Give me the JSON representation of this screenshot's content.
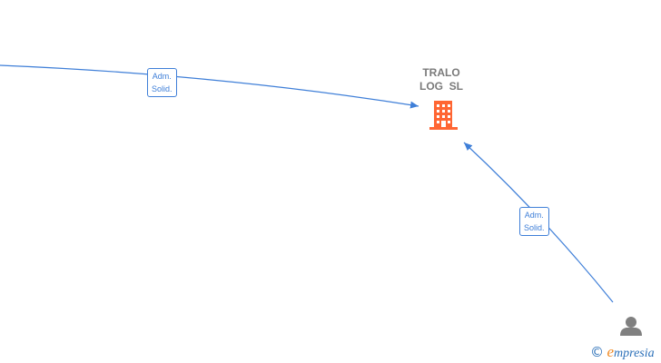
{
  "company": {
    "name": "TRALO\nLOG  SL",
    "icon": "building-icon",
    "color": "#ff6633"
  },
  "person": {
    "icon": "person-icon",
    "color": "#808080"
  },
  "edges": [
    {
      "label_line1": "Adm.",
      "label_line2": "Solid."
    },
    {
      "label_line1": "Adm.",
      "label_line2": "Solid."
    }
  ],
  "edge_color": "#3f7fd8",
  "brand": {
    "copyright": "©",
    "e": "e",
    "rest": "mpresia"
  }
}
